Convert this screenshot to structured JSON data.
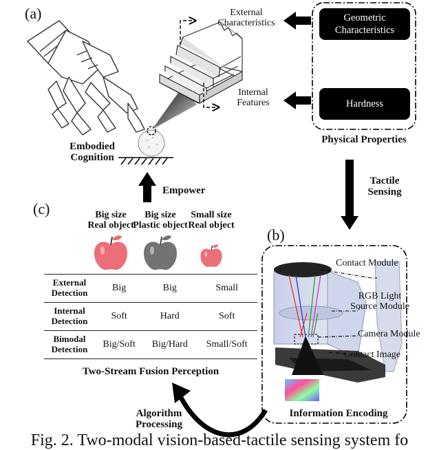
{
  "labels": {
    "a": "(a)",
    "b": "(b)",
    "c": "(c)"
  },
  "panel_a": {
    "external": [
      "External",
      "Characteristics"
    ],
    "internal": [
      "Internal",
      "Features"
    ],
    "embodied": [
      "Embodied",
      "Cognition"
    ],
    "geometric_box": [
      "Geometric",
      "Characteristics"
    ],
    "hardness_box": "Hardness",
    "physical_properties": "Physical Properties"
  },
  "tactile": [
    "Tactile",
    "Sensing"
  ],
  "empower": "Empower",
  "algorithm": [
    "Algorithm",
    "Processing"
  ],
  "panel_c": {
    "columns": [
      {
        "line1": "Big size",
        "line2": "Real object",
        "apple": "#ec6f78",
        "apple_size": 1.0
      },
      {
        "line1": "Big size",
        "line2": "Plastic object",
        "apple": "#737373",
        "apple_size": 1.0
      },
      {
        "line1": "Small size",
        "line2": "Real object",
        "apple": "#ec6f78",
        "apple_size": 0.65
      }
    ],
    "rows": [
      {
        "head": [
          "External",
          "Detection"
        ],
        "cells": [
          "Big",
          "Big",
          "Small"
        ]
      },
      {
        "head": [
          "Internal",
          "Detection"
        ],
        "cells": [
          "Soft",
          "Hard",
          "Soft"
        ]
      },
      {
        "head": [
          "Bimodal",
          "Detection"
        ],
        "cells": [
          "Big/Soft",
          "Big/Hard",
          "Small/Soft"
        ]
      }
    ],
    "title": "Two-Stream Fusion Perception"
  },
  "panel_b": {
    "contact_module": "Contact Module",
    "rgb_light": [
      "RGB Light",
      "Source Module"
    ],
    "camera_module": "Camera Module",
    "contact_image": "Contact Image",
    "info_encoding": "Information Encoding"
  },
  "caption": "Fig. 2. Two-modal vision-based-tactile sensing system fo"
}
